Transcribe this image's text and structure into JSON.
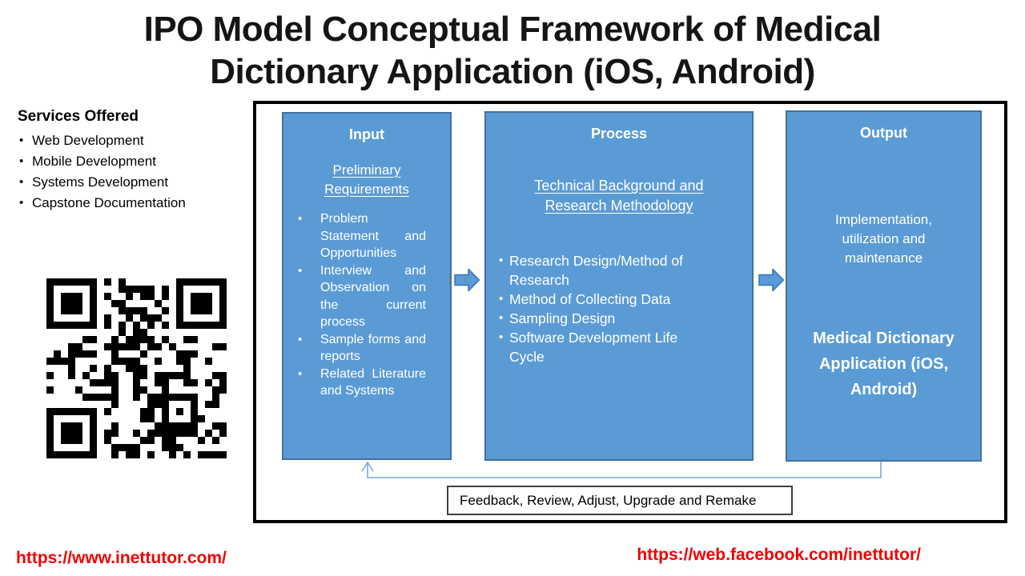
{
  "title": {
    "line1": "IPO Model Conceptual Framework of Medical",
    "line2": "Dictionary Application (iOS, Android)"
  },
  "services": {
    "heading": "Services Offered",
    "items": [
      "Web Development",
      "Mobile Development",
      "Systems Development",
      "Capstone Documentation"
    ]
  },
  "diagram": {
    "input": {
      "title": "Input",
      "subtitle_lines": [
        "Preliminary",
        "Requirements"
      ],
      "bullets": [
        "Problem Statement and Opportunities",
        "Interview and Observation on the current process",
        "Sample forms and reports",
        "Related Literature and Systems"
      ]
    },
    "process": {
      "title": "Process",
      "subtitle_lines": [
        "Technical Background and",
        "Research Methodology"
      ],
      "bullets": [
        "Research Design/Method of Research",
        "Method of Collecting Data",
        "Sampling Design",
        "Software Development Life Cycle"
      ]
    },
    "output": {
      "title": "Output",
      "description_lines": [
        "Implementation,",
        "utilization and",
        "maintenance"
      ],
      "product_lines": [
        "Medical Dictionary",
        "Application (iOS,",
        "Android)"
      ]
    },
    "feedback_label": "Feedback, Review, Adjust, Upgrade and Remake"
  },
  "footer": {
    "left_url": "https://www.inettutor.com/",
    "right_url": "https://web.facebook.com/inettutor/"
  },
  "qr_code": {
    "modules": 25
  },
  "colors": {
    "box_fill": "#5B9BD5",
    "box_border": "#41719C",
    "frame_border": "#000000",
    "arrow_fill": "#5B9BD5",
    "arrow_border": "#2E75B6",
    "connector_blue": "#7EA6DC",
    "url_red": "#F20000",
    "title_text": "#151515",
    "box_text": "#FFFFFF"
  }
}
